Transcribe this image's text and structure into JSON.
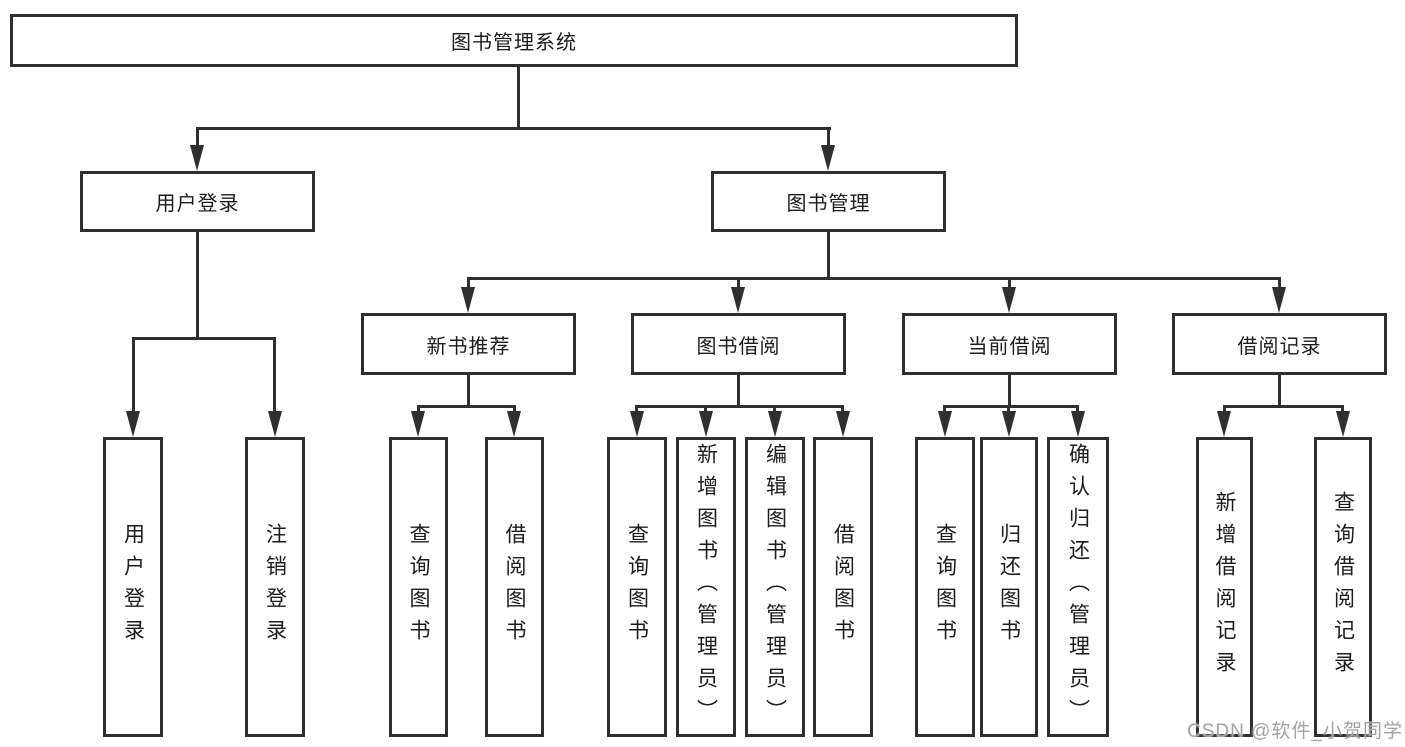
{
  "diagram_title": "图书管理系统",
  "colors": {
    "line": "#2f2f2f",
    "box_background": "#ffffff",
    "text": "#1c1c1c",
    "watermark": "#a3a3a3"
  },
  "watermark": {
    "text": "CSDN @软件_小贺同学"
  },
  "nodes": {
    "root": {
      "label": "图书管理系统"
    },
    "user_login": {
      "label": "用户登录"
    },
    "book_mgmt": {
      "label": "图书管理"
    },
    "new_book_rec": {
      "label": "新书推荐"
    },
    "book_borrow": {
      "label": "图书借阅"
    },
    "current_borrow": {
      "label": "当前借阅"
    },
    "borrow_records": {
      "label": "借阅记录"
    },
    "leaf_user_login": {
      "label": "用户登录"
    },
    "leaf_logout": {
      "label": "注销登录"
    },
    "leaf_query_book_1": {
      "label": "查询图书"
    },
    "leaf_borrow_book_1": {
      "label": "借阅图书"
    },
    "leaf_query_book_2": {
      "label": "查询图书"
    },
    "leaf_add_book": {
      "label": "新增图书（管理员）"
    },
    "leaf_edit_book": {
      "label": "编辑图书（管理员）"
    },
    "leaf_borrow_book_2": {
      "label": "借阅图书"
    },
    "leaf_query_book_3": {
      "label": "查询图书"
    },
    "leaf_return_book": {
      "label": "归还图书"
    },
    "leaf_confirm_return": {
      "label": "确认归还（管理员）"
    },
    "leaf_add_borrow_record": {
      "label": "新增借阅记录"
    },
    "leaf_query_borrow_record": {
      "label": "查询借阅记录"
    }
  },
  "tree": {
    "root": "图书管理系统",
    "children": [
      {
        "label": "用户登录",
        "children": [
          "用户登录",
          "注销登录"
        ]
      },
      {
        "label": "图书管理",
        "children": [
          {
            "label": "新书推荐",
            "children": [
              "查询图书",
              "借阅图书"
            ]
          },
          {
            "label": "图书借阅",
            "children": [
              "查询图书",
              "新增图书（管理员）",
              "编辑图书（管理员）",
              "借阅图书"
            ]
          },
          {
            "label": "当前借阅",
            "children": [
              "查询图书",
              "归还图书",
              "确认归还（管理员）"
            ]
          },
          {
            "label": "借阅记录",
            "children": [
              "新增借阅记录",
              "查询借阅记录"
            ]
          }
        ]
      }
    ]
  }
}
